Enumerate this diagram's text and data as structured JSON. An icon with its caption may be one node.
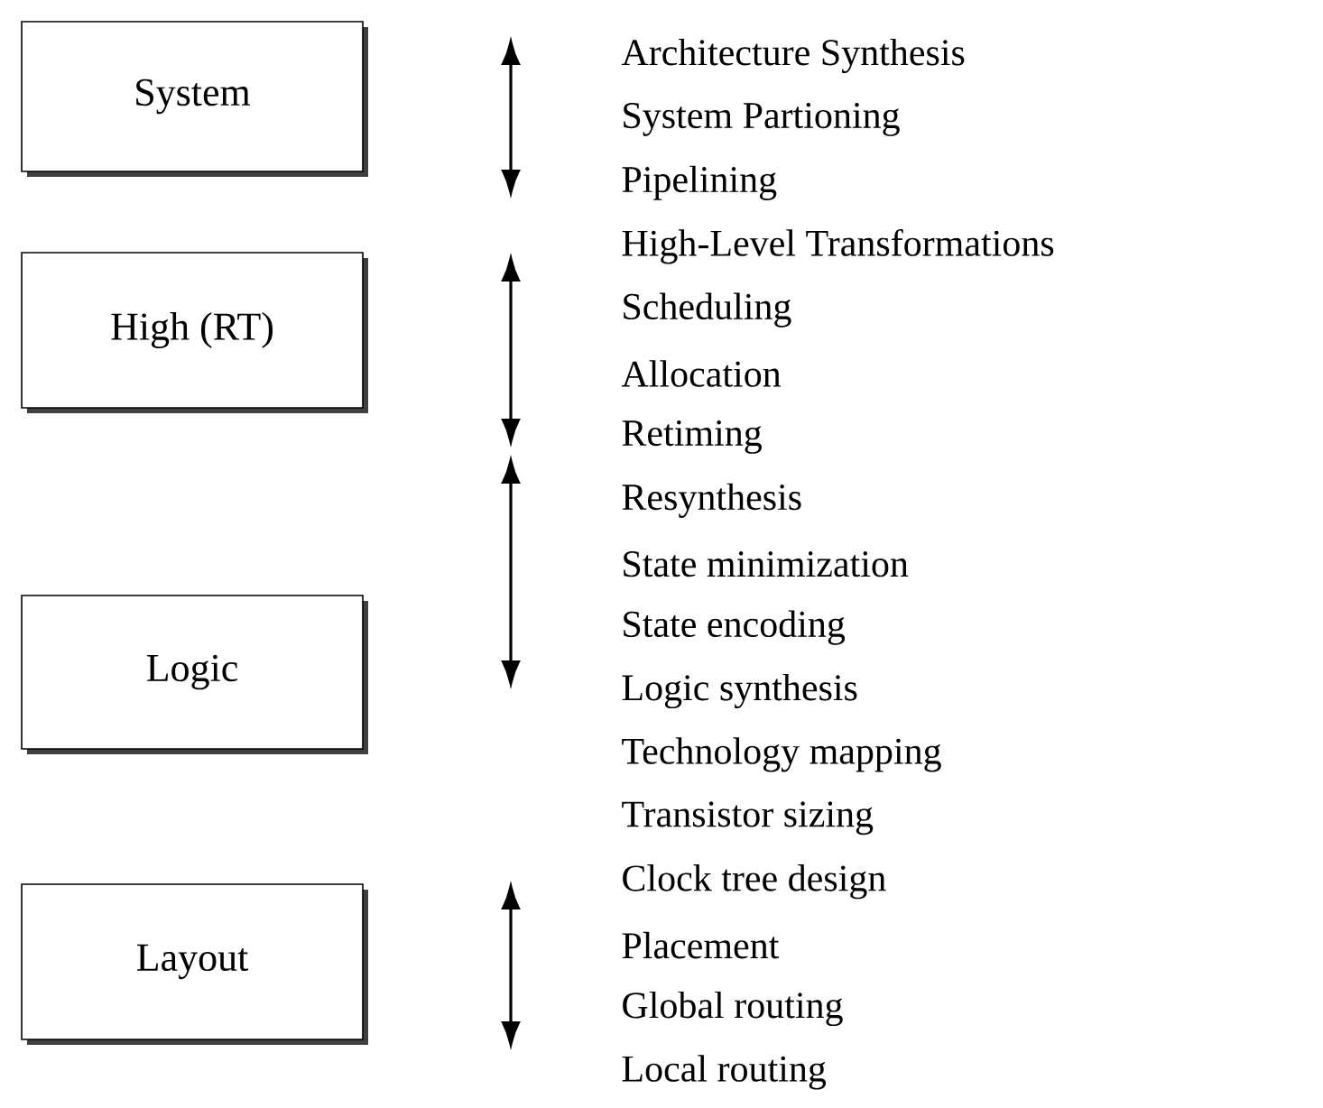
{
  "diagram": {
    "nodes": [
      {
        "text": [
          "System"
        ]
      },
      {
        "text": [
          "High (RT)"
        ]
      },
      {
        "text": [
          "Logic"
        ]
      },
      {
        "text": [
          "Layout"
        ]
      }
    ],
    "labels": [
      "Architecture Synthesis",
      "System Partioning",
      "Pipelining",
      "High-Level Transformations",
      "Scheduling",
      "Allocation",
      "Retiming",
      "Resynthesis",
      "State minimization",
      "State encoding",
      "Logic synthesis",
      "Technology mapping",
      "Transistor sizing",
      "Clock tree design",
      "Placement",
      "Global routing",
      "Local routing"
    ]
  }
}
